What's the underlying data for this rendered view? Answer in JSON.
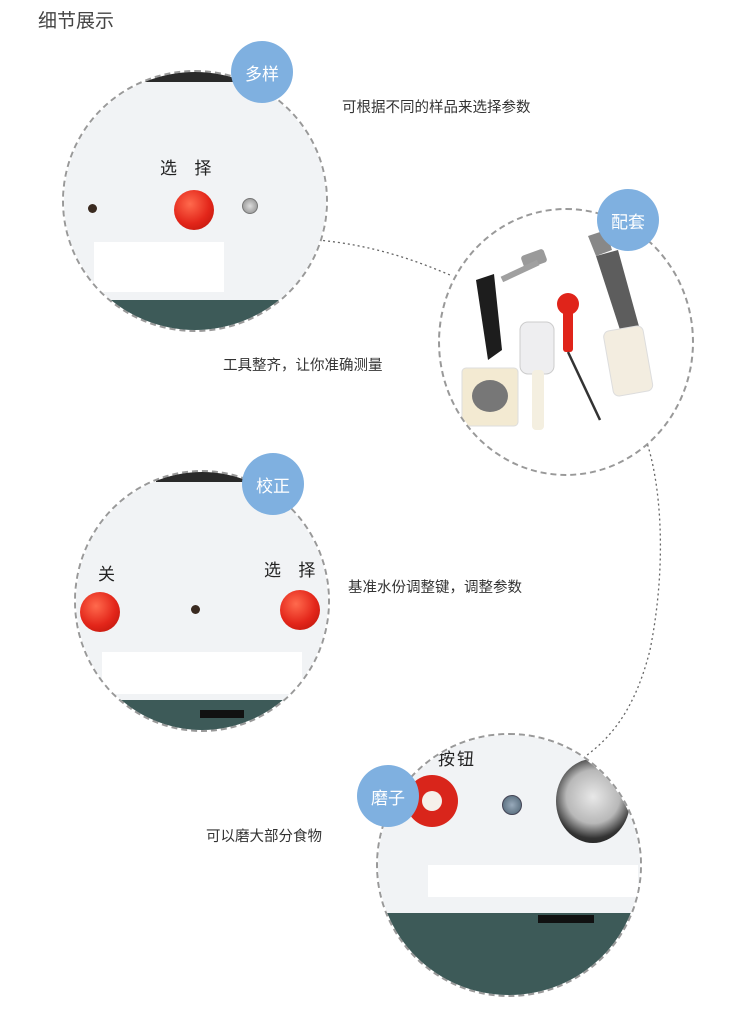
{
  "page_title": "细节展示",
  "sections": [
    {
      "badge": "多样",
      "description": "可根据不同的样品来选择参数",
      "panel_labels": [
        "选 择"
      ]
    },
    {
      "badge": "配套",
      "description": "工具整齐，让你准确测量"
    },
    {
      "badge": "校正",
      "description": "基准水份调整键，调整参数",
      "panel_labels": [
        "关",
        "选 择"
      ]
    },
    {
      "badge": "磨子",
      "description": "可以磨大部分食物",
      "panel_labels": [
        "按钮"
      ]
    }
  ],
  "colors": {
    "badge": "#7fb0e0",
    "button_red": "#e3261a",
    "panel_bg": "#f1f3f5",
    "base_teal": "#3d5a58"
  }
}
